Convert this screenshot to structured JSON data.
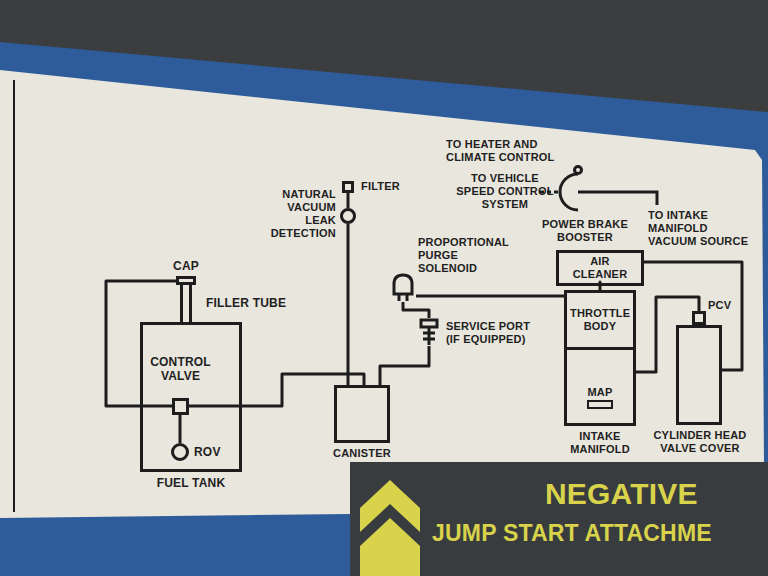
{
  "diagram": {
    "nodes": [
      {
        "text": [
          "FUEL TANK"
        ]
      },
      {
        "text": [
          "CONTROL VALVE"
        ],
        "in": 0
      },
      {
        "text": [
          "ROV"
        ],
        "in": 0
      },
      {
        "text": [
          "CAP"
        ]
      },
      {
        "text": [
          "FILTER"
        ]
      },
      {
        "text": [
          "NATURAL VACUUM LEAK DETECTION"
        ]
      },
      {
        "text": [
          "CANISTER"
        ]
      },
      {
        "text": [
          "PROPORTIONAL PURGE SOLENOID"
        ]
      },
      {
        "text": [
          "SERVICE PORT (IF EQUIPPED)"
        ]
      },
      {
        "text": [
          "POWER BRAKE BOOSTER"
        ]
      },
      {
        "text": [
          "AIR CLEANER"
        ]
      },
      {
        "text": [
          "THROTTLE BODY"
        ]
      },
      {
        "text": [
          "INTAKE MANIFOLD"
        ]
      },
      {
        "text": [
          "MAP"
        ],
        "in": 12
      },
      {
        "text": [
          "PCV"
        ]
      },
      {
        "text": [
          "CYLINDER HEAD VALVE COVER"
        ]
      },
      {
        "text": [
          "NEGATIVE",
          "JUMP START ATTACHME"
        ]
      }
    ],
    "edges": [
      {
        "from": 3,
        "to": 0,
        "label": "FILLER TUBE",
        "arrow": "none"
      },
      {
        "from": 3,
        "to": 1,
        "arrow": "none"
      },
      {
        "from": 1,
        "to": 2,
        "arrow": "none"
      },
      {
        "from": 1,
        "to": 6,
        "arrow": "none"
      },
      {
        "from": 4,
        "to": 5,
        "arrow": "none"
      },
      {
        "from": 5,
        "to": 6,
        "arrow": "none"
      },
      {
        "from": 6,
        "to": 8,
        "arrow": "none"
      },
      {
        "from": 8,
        "to": 7,
        "arrow": "none"
      },
      {
        "from": 7,
        "to": 11,
        "arrow": "none"
      },
      {
        "from": 10,
        "to": 11,
        "arrow": "none"
      },
      {
        "from": 10,
        "to": 15,
        "arrow": "none"
      },
      {
        "from": 14,
        "to": 12,
        "arrow": "none"
      }
    ],
    "labels": [
      "TO HEATER AND CLIMATE CONTROL",
      "TO VEHICLE SPEED CONTROL SYSTEM",
      "TO INTAKE MANIFOLD VACUUM SOURCE"
    ]
  }
}
